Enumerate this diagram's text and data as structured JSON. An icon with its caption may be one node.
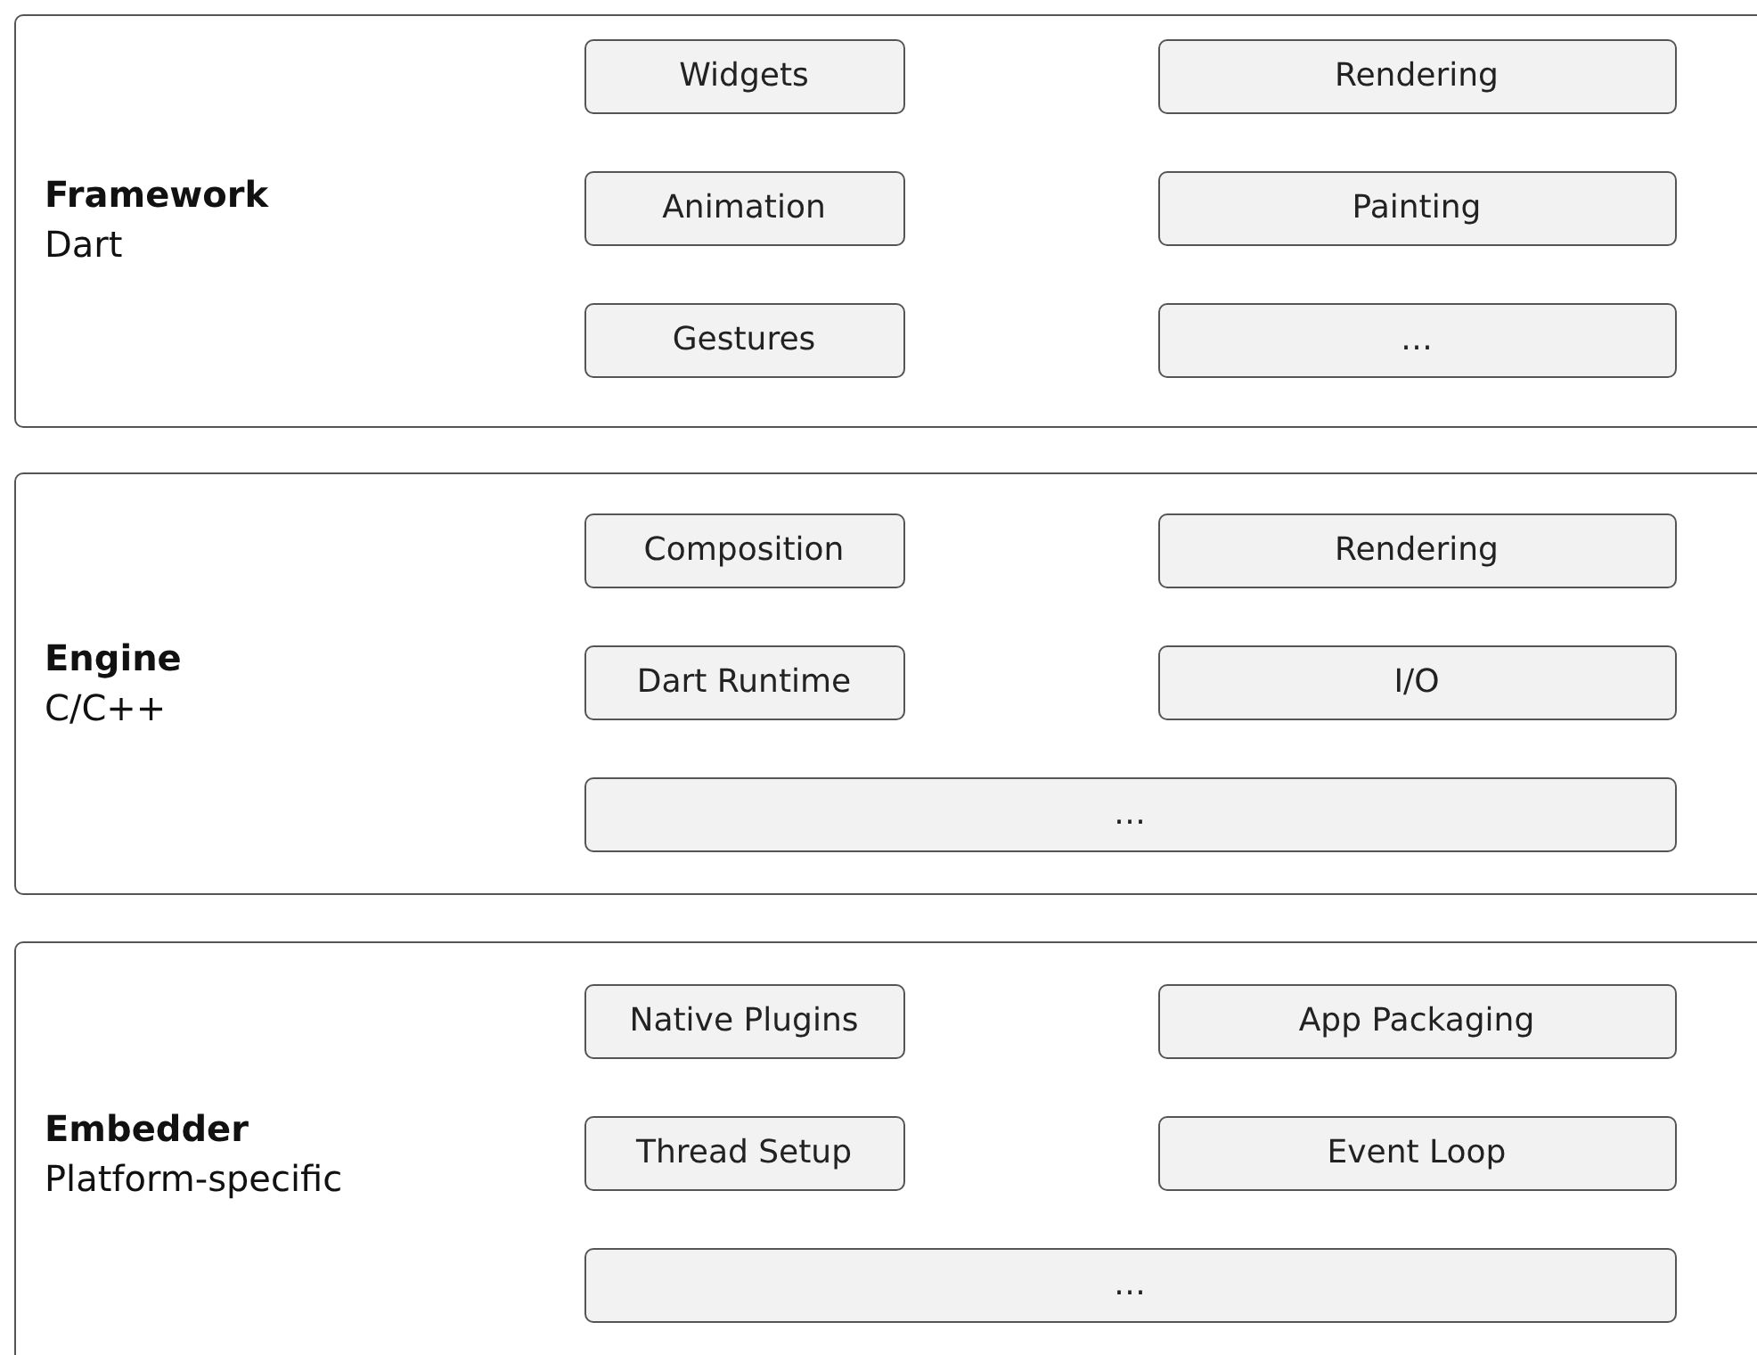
{
  "diagram": {
    "nodes": [
      {
        "text": [
          "Framework",
          "Dart"
        ]
      },
      {
        "text": [
          "Widgets"
        ],
        "in": 0
      },
      {
        "text": [
          "Rendering"
        ],
        "in": 0
      },
      {
        "text": [
          "Animation"
        ],
        "in": 0
      },
      {
        "text": [
          "Painting"
        ],
        "in": 0
      },
      {
        "text": [
          "Gestures"
        ],
        "in": 0
      },
      {
        "text": [
          "…"
        ],
        "in": 0
      },
      {
        "text": [
          "Engine",
          "C/C++"
        ]
      },
      {
        "text": [
          "Composition"
        ],
        "in": 7
      },
      {
        "text": [
          "Rendering"
        ],
        "in": 7
      },
      {
        "text": [
          "Dart Runtime"
        ],
        "in": 7
      },
      {
        "text": [
          "I/O"
        ],
        "in": 7
      },
      {
        "text": [
          "…"
        ],
        "in": 7
      },
      {
        "text": [
          "Embedder",
          "Platform-specific"
        ]
      },
      {
        "text": [
          "Native Plugins"
        ],
        "in": 13
      },
      {
        "text": [
          "App Packaging"
        ],
        "in": 13
      },
      {
        "text": [
          "Thread Setup"
        ],
        "in": 13
      },
      {
        "text": [
          "Event Loop"
        ],
        "in": 13
      },
      {
        "text": [
          "…"
        ],
        "in": 13
      }
    ],
    "edges": []
  }
}
